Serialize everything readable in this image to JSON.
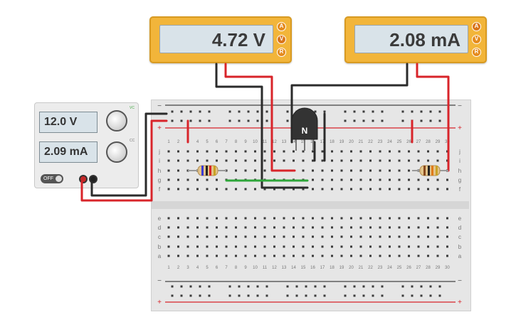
{
  "voltmeter": {
    "reading": "4.72 V",
    "modes": [
      "A",
      "V",
      "R"
    ],
    "active_mode": "V"
  },
  "ammeter": {
    "reading": "2.08 mA",
    "modes": [
      "A",
      "V",
      "R"
    ],
    "active_mode": "A"
  },
  "power_supply": {
    "voltage": "12.0 V",
    "current": "2.09 mA",
    "off_label": "OFF",
    "dial_tags": [
      "VC",
      "CC"
    ]
  },
  "transistor": {
    "label": "N"
  },
  "breadboard": {
    "column_numbers": [
      "1",
      "2",
      "3",
      "4",
      "5",
      "6",
      "7",
      "8",
      "9",
      "10",
      "11",
      "12",
      "13",
      "14",
      "15",
      "16",
      "17",
      "18",
      "19",
      "20",
      "21",
      "22",
      "23",
      "24",
      "25",
      "26",
      "27",
      "28",
      "29",
      "30"
    ],
    "rows_top": [
      "j",
      "i",
      "h",
      "g",
      "f"
    ],
    "rows_bottom": [
      "e",
      "d",
      "c",
      "b",
      "a"
    ],
    "rail_minus": "−",
    "rail_plus": "+"
  },
  "colors": {
    "meter_body": "#f2b53a",
    "wire_red": "#d8242a",
    "wire_black": "#2b2b2b",
    "wire_green": "#2fa63a",
    "lcd": "#d9e3e9"
  }
}
